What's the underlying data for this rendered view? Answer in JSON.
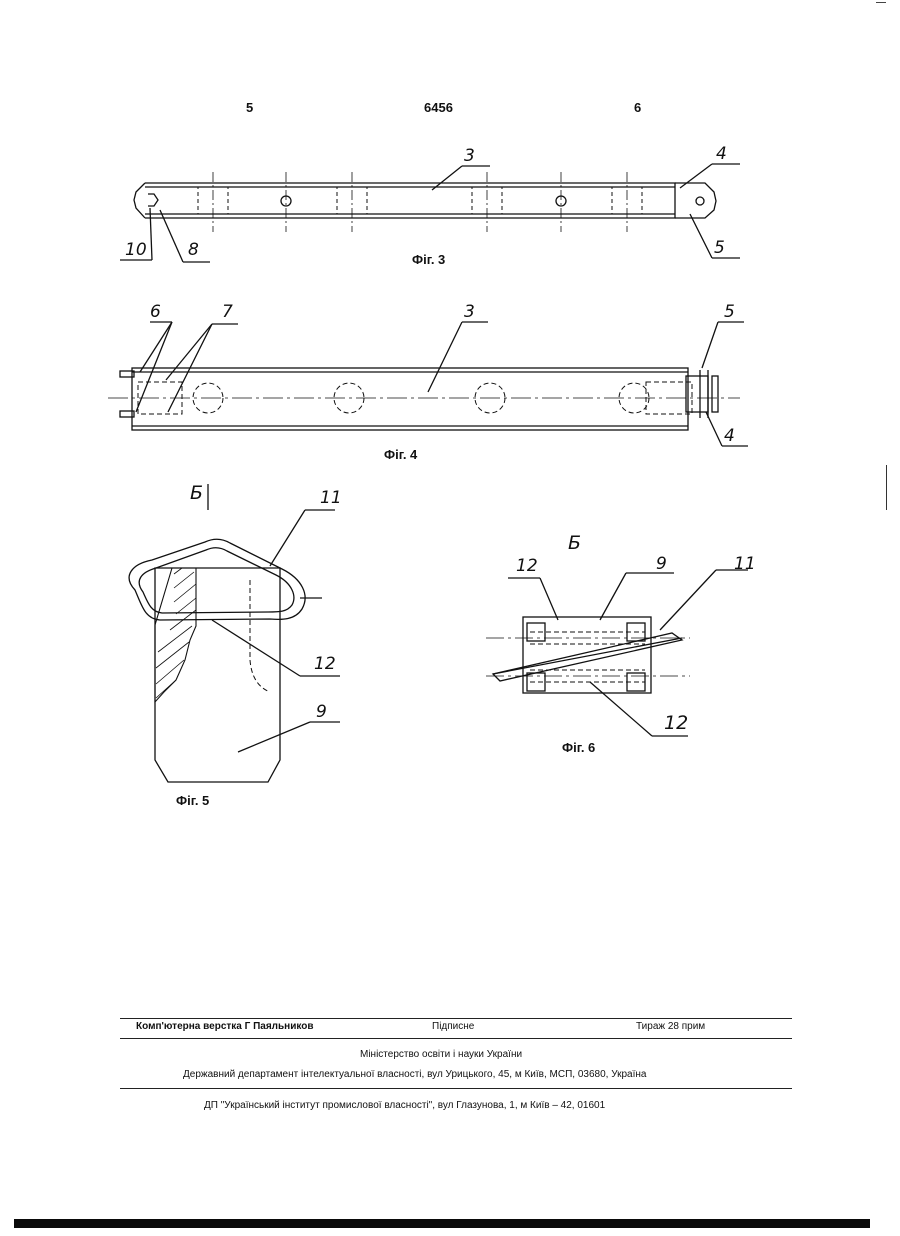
{
  "header": {
    "page_left": "5",
    "patent_no": "6456",
    "page_right": "6"
  },
  "fig3": {
    "caption": "Фіг. 3",
    "labels": {
      "l3": "3",
      "l4": "4",
      "l5": "5",
      "l8": "8",
      "l10": "10"
    }
  },
  "fig4": {
    "caption": "Фіг. 4",
    "labels": {
      "l3": "3",
      "l4": "4",
      "l5": "5",
      "l6": "6",
      "l7": "7"
    }
  },
  "fig5": {
    "caption": "Фіг. 5",
    "view_marker": "Б",
    "labels": {
      "l9": "9",
      "l11": "11",
      "l12": "12"
    }
  },
  "fig6": {
    "caption": "Фіг. 6",
    "view_title": "Б",
    "labels": {
      "l9": "9",
      "l11": "11",
      "l12a": "12",
      "l12b": "12"
    }
  },
  "footer": {
    "layout": "Комп'ютерна верстка Г  Паяльников",
    "signed": "Підписне",
    "circulation": "Тираж 28 прим",
    "ministry": "Міністерство освіти і науки України",
    "department": "Державний департамент інтелектуальної власності, вул  Урицького, 45, м  Київ, МСП, 03680, Україна",
    "institute": "ДП \"Український інститут промислової власності\", вул  Глазунова, 1, м  Київ – 42, 01601"
  }
}
